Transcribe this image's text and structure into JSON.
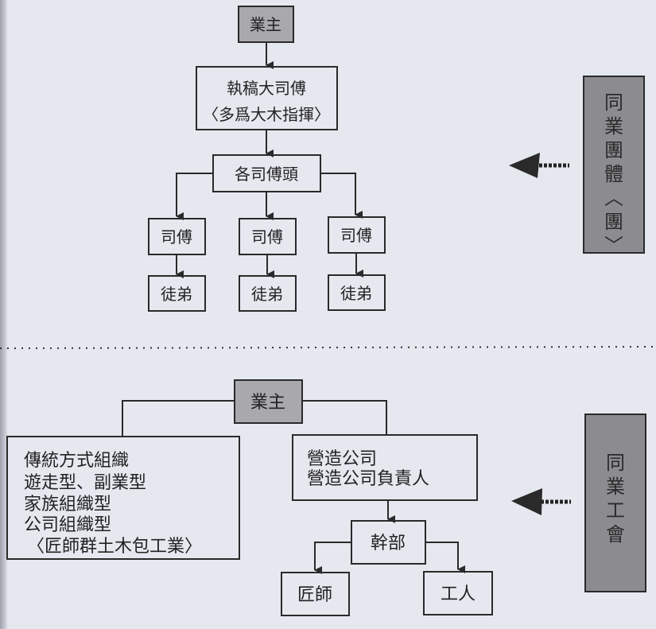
{
  "top_chart": {
    "owner": "業主",
    "chief_master": [
      "執稿大司傅",
      "〈多爲大木指揮〉"
    ],
    "head_masters": "各司傅頭",
    "masters": [
      "司傅",
      "司傅",
      "司傅"
    ],
    "apprentices": [
      "徒弟",
      "徒弟",
      "徒弟"
    ],
    "guild_label": [
      "同",
      "業",
      "團",
      "體",
      "〈",
      "團",
      "〉"
    ]
  },
  "bottom_chart": {
    "owner": "業主",
    "traditional": [
      "傳統方式組織",
      "遊走型、副業型",
      "家族組織型",
      "公司組織型",
      "〈匠師群土木包工業〉"
    ],
    "company": [
      "營造公司",
      "營造公司負責人"
    ],
    "cadre": "幹部",
    "craftsmen": "匠師",
    "workers": "工人",
    "union_label": [
      "同",
      "業",
      "工",
      "會"
    ]
  }
}
